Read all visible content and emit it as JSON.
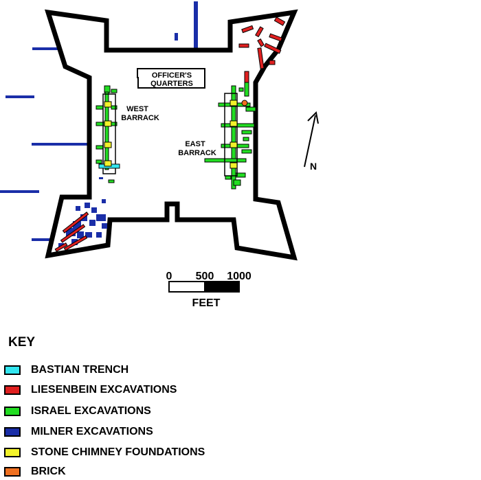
{
  "map": {
    "buildings": {
      "officers_quarters": [
        "OFFICER'S",
        "QUARTERS"
      ],
      "west_barrack": [
        "WEST",
        "BARRACK"
      ],
      "east_barrack": [
        "EAST",
        "BARRACK"
      ]
    },
    "north_label": "N",
    "scale": {
      "ticks": [
        "0",
        "500",
        "1000"
      ],
      "unit": "FEET"
    }
  },
  "key": {
    "title": "KEY",
    "items": [
      {
        "label": "BASTIAN TRENCH",
        "color": "#33e6f0"
      },
      {
        "label": "LIESENBEIN EXCAVATIONS",
        "color": "#e02020"
      },
      {
        "label": "ISRAEL EXCAVATIONS",
        "color": "#22dd22"
      },
      {
        "label": "MILNER EXCAVATIONS",
        "color": "#1a2ea8"
      },
      {
        "label": "STONE CHIMNEY FOUNDATIONS",
        "color": "#f2f22a"
      },
      {
        "label": "BRICK",
        "color": "#f07020"
      }
    ]
  }
}
